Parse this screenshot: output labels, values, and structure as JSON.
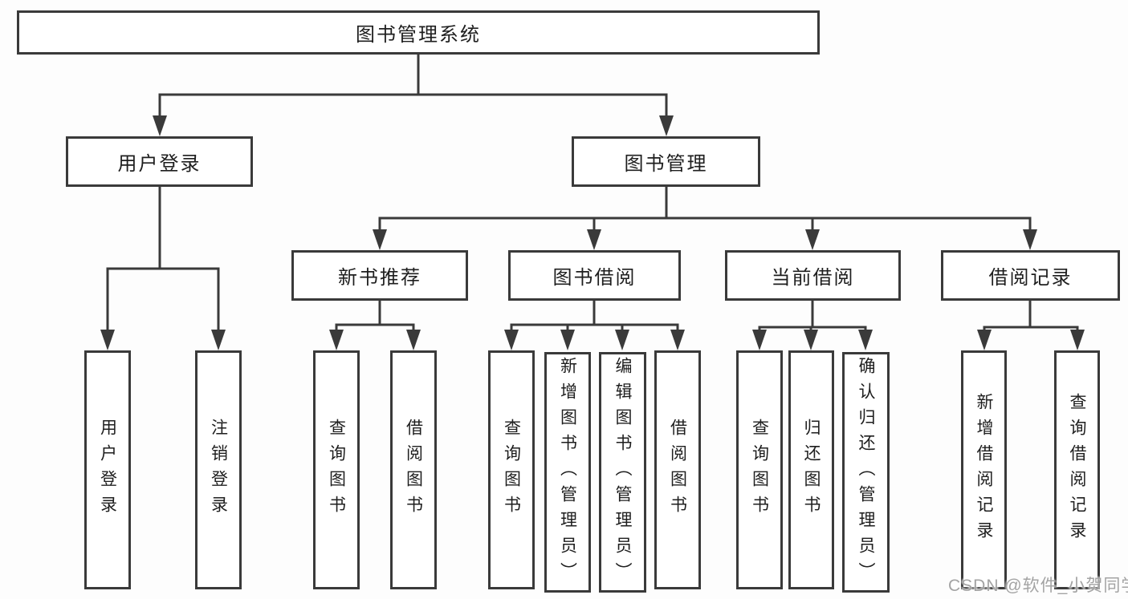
{
  "diagram_title": "图书管理系统",
  "nodes": {
    "root": {
      "label": "图书管理系统"
    },
    "level2": {
      "user_login": {
        "label": "用户登录"
      },
      "book_management": {
        "label": "图书管理"
      }
    },
    "level3": {
      "new_book_recommend": {
        "label": "新书推荐"
      },
      "book_borrowing": {
        "label": "图书借阅"
      },
      "current_borrowing": {
        "label": "当前借阅"
      },
      "borrowing_records": {
        "label": "借阅记录"
      }
    },
    "leaves": {
      "under_user_login": [
        {
          "label": "用户登录"
        },
        {
          "label": "注销登录"
        }
      ],
      "under_new_book_recommend": [
        {
          "label": "查询图书"
        },
        {
          "label": "借阅图书"
        }
      ],
      "under_book_borrowing": [
        {
          "label": "查询图书"
        },
        {
          "label": "新增图书（管理员）"
        },
        {
          "label": "编辑图书（管理员）"
        },
        {
          "label": "借阅图书"
        }
      ],
      "under_current_borrowing": [
        {
          "label": "查询图书"
        },
        {
          "label": "归还图书"
        },
        {
          "label": "确认归还（管理员）"
        }
      ],
      "under_borrowing_records": [
        {
          "label": "新增借阅记录"
        },
        {
          "label": "查询借阅记录"
        }
      ]
    }
  },
  "colors": {
    "line": "#3a3a3a",
    "text": "#1e1e1e",
    "watermark": "#a3a3a3",
    "background": "#ffffff"
  },
  "watermark": {
    "text": "CSDN @软件_小贺同学"
  }
}
